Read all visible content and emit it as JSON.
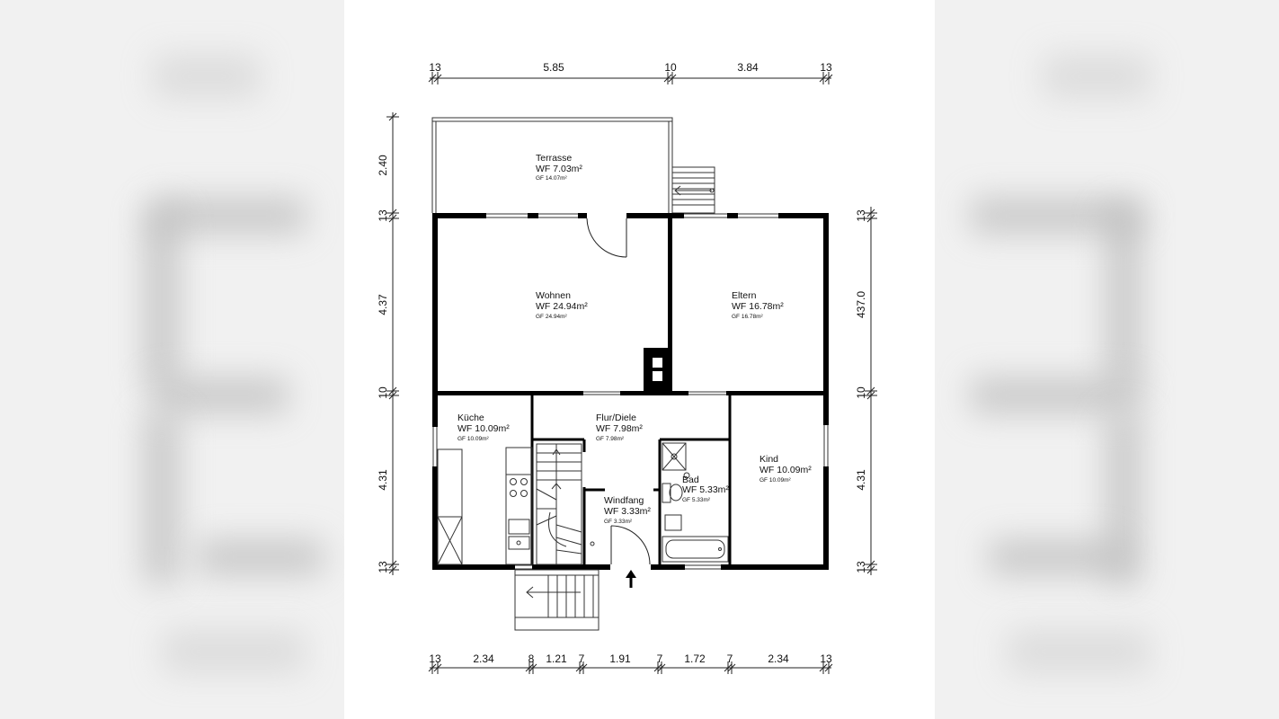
{
  "dimensions": {
    "top": [
      "13",
      "5.85",
      "10",
      "3.84",
      "13"
    ],
    "bottom": [
      "13",
      "2.34",
      "8",
      "1.21",
      "7",
      "1.91",
      "7",
      "1.72",
      "7",
      "2.34",
      "13"
    ],
    "left": [
      "2.40",
      "13",
      "4.37",
      "10",
      "4.31",
      "13"
    ],
    "right": [
      "13",
      "437.0",
      "10",
      "4.31",
      "13"
    ]
  },
  "rooms": {
    "terrasse": {
      "name": "Terrasse",
      "wf": "WF 7.03m²",
      "gf": "GF 14.07m²"
    },
    "wohnen": {
      "name": "Wohnen",
      "wf": "WF 24.94m²",
      "gf": "GF 24.94m²"
    },
    "eltern": {
      "name": "Eltern",
      "wf": "WF 16.78m²",
      "gf": "GF 16.78m²"
    },
    "kueche": {
      "name": "Küche",
      "wf": "WF 10.09m²",
      "gf": "GF 10.09m²"
    },
    "flur": {
      "name": "Flur/Diele",
      "wf": "WF 7.98m²",
      "gf": "GF 7.98m²"
    },
    "bad": {
      "name": "Bad",
      "wf": "WF 5.33m²",
      "gf": "GF 5.33m²"
    },
    "windfang": {
      "name": "Windfang",
      "wf": "WF 3.33m²",
      "gf": "GF 3.33m²"
    },
    "kind": {
      "name": "Kind",
      "wf": "WF 10.09m²",
      "gf": "GF 10.09m²"
    }
  },
  "colors": {
    "wall": "#000000",
    "line": "#222222",
    "paper": "#ffffff"
  }
}
